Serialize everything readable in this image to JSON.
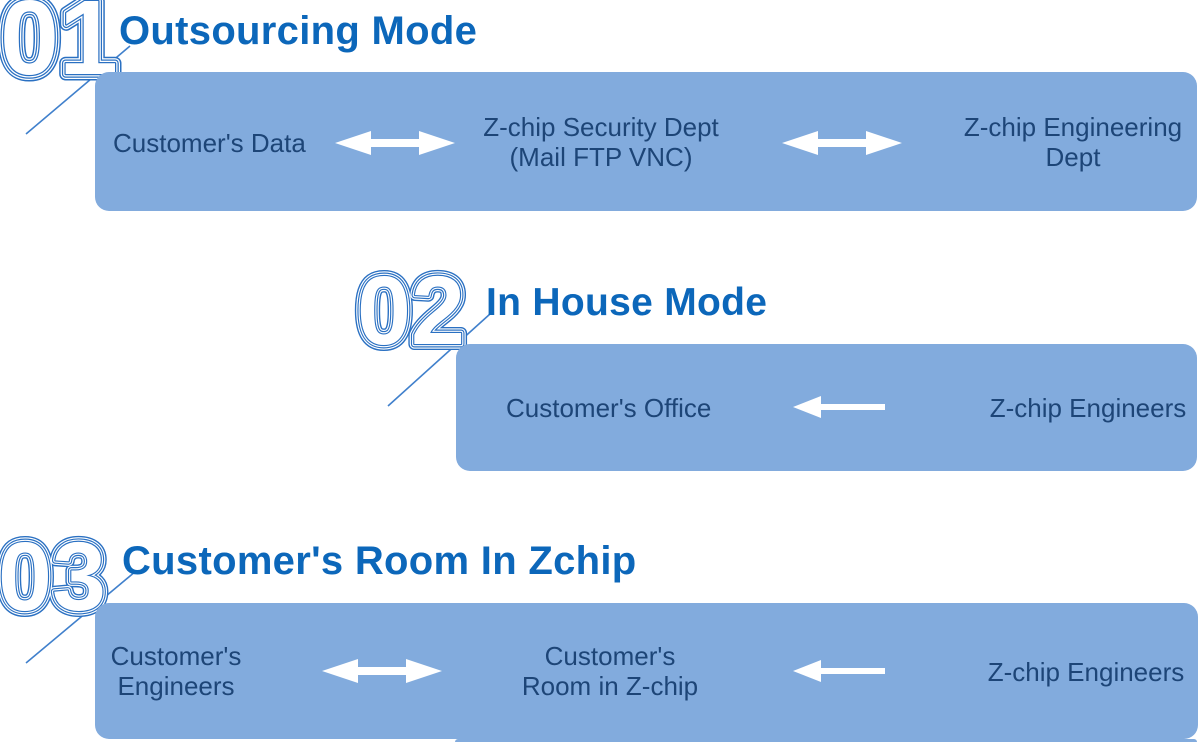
{
  "colors": {
    "band": "#82abdd",
    "number_blue": "#2a70c2",
    "title_blue": "#0c67ba",
    "band_text": "#1d4577",
    "arrow": "#ffffff",
    "connector_line": "#4080cc",
    "background": "#ffffff"
  },
  "sections": [
    {
      "number": "01",
      "title": "Outsourcing Mode",
      "nodes": [
        "Customer's Data",
        "Z-chip Security Dept\n(Mail FTP VNC)",
        "Z-chip Engineering\nDept"
      ],
      "arrows": [
        "bidirectional",
        "bidirectional"
      ]
    },
    {
      "number": "02",
      "title": "In House Mode",
      "nodes": [
        "Customer's Office",
        "Z-chip Engineers"
      ],
      "arrows": [
        "left"
      ]
    },
    {
      "number": "03",
      "title": "Customer's Room In Zchip",
      "nodes": [
        "Customer's\nEngineers",
        "Customer's\nRoom in Z-chip",
        "Z-chip Engineers"
      ],
      "arrows": [
        "bidirectional",
        "left"
      ]
    }
  ]
}
